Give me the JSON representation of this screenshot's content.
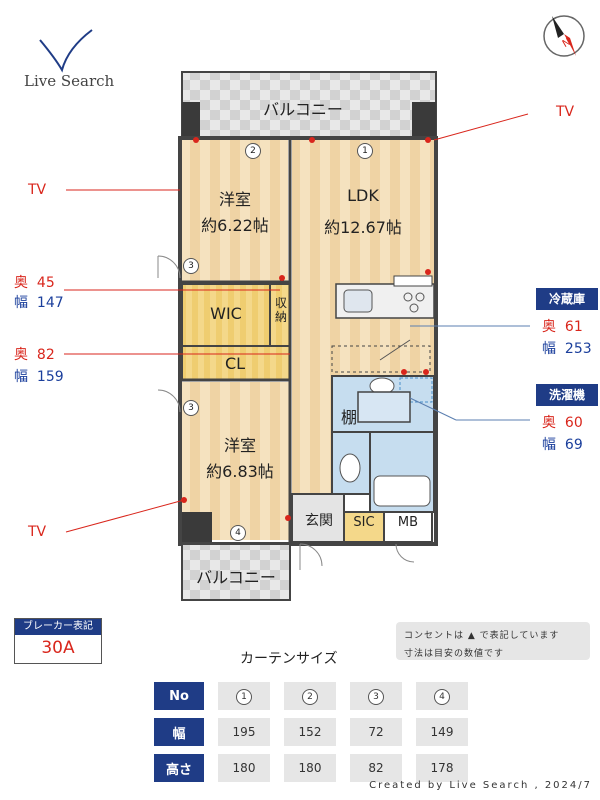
{
  "logo": {
    "text": "Live Search"
  },
  "compass": {
    "label": "N"
  },
  "rooms": {
    "balcony_top": "バルコニー",
    "balcony_bottom": "バルコニー",
    "western1_name": "洋室",
    "western1_size": "約6.22帖",
    "ldk_name": "LDK",
    "ldk_size": "約12.67帖",
    "wic": "WIC",
    "storage": "収納",
    "cl": "CL",
    "western2_name": "洋室",
    "western2_size": "約6.83帖",
    "shelf": "棚",
    "entrance": "玄関",
    "sic": "SIC",
    "mb": "MB"
  },
  "window_numbers": {
    "w1": "1",
    "w2": "2",
    "w3a": "3",
    "w3b": "3",
    "w4": "4"
  },
  "callouts": {
    "tv_top_right": "TV",
    "tv_left_top": "TV",
    "tv_left_bottom": "TV",
    "wic_depth_label": "奥",
    "wic_depth": "45",
    "wic_width_label": "幅",
    "wic_width": "147",
    "cl_depth_label": "奥",
    "cl_depth": "82",
    "cl_width_label": "幅",
    "cl_width": "159",
    "fridge_title": "冷蔵庫",
    "fridge_depth_label": "奥",
    "fridge_depth": "61",
    "fridge_width_label": "幅",
    "fridge_width": "253",
    "washer_title": "洗濯機",
    "washer_depth_label": "奥",
    "washer_depth": "60",
    "washer_width_label": "幅",
    "washer_width": "69"
  },
  "breaker": {
    "label": "ブレーカー表記",
    "value": "30A"
  },
  "notes": {
    "line1": "コンセントは ▲ で表記しています",
    "line2": "寸法は目安の数値です"
  },
  "curtain": {
    "title": "カーテンサイズ",
    "head_no": "No",
    "head_width": "幅",
    "head_height": "高さ",
    "numbers": [
      "1",
      "2",
      "3",
      "4"
    ],
    "widths": [
      "195",
      "152",
      "72",
      "149"
    ],
    "heights": [
      "180",
      "180",
      "82",
      "178"
    ]
  },
  "footer": {
    "credit": "Created by Live Search , 2024/7"
  },
  "colors": {
    "accent_navy": "#1f3c86",
    "callout_red": "#d9261c",
    "callout_blue": "#1b3f9c",
    "floor_wood": "#f3dcb2",
    "closet_yellow": "#f2cf73",
    "wet_area_blue": "#c6ddef"
  }
}
